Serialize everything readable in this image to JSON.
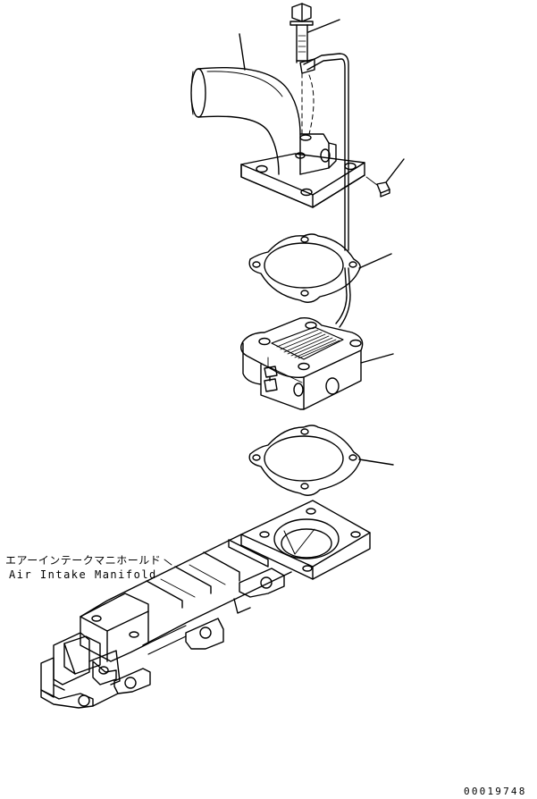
{
  "labels": {
    "manifold_jp": "エアーインテークマニホールド",
    "manifold_en": "Air Intake Manifold"
  },
  "drawing_number": "00019748",
  "colors": {
    "line": "#000000",
    "background": "#ffffff"
  }
}
